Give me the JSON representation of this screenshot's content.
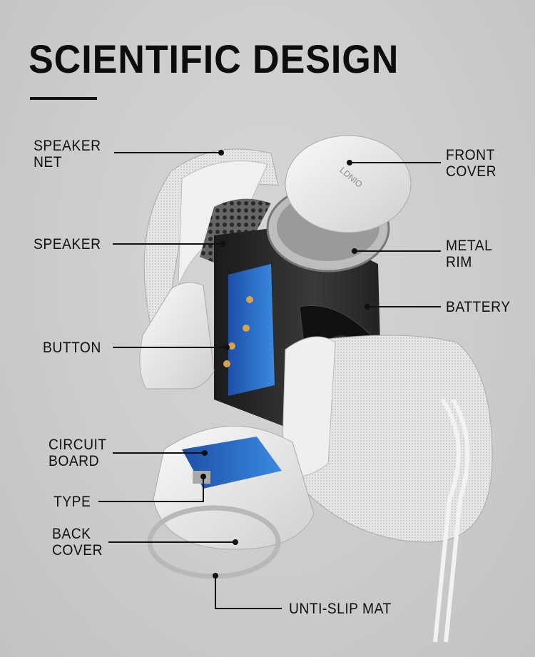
{
  "title": "SCIENTIFIC DESIGN",
  "brand_logo": "LDNIO",
  "labels": {
    "speaker_net": [
      "SPEAKER",
      "NET"
    ],
    "front_cover": [
      "FRONT",
      "COVER"
    ],
    "speaker": "SPEAKER",
    "metal_rim": [
      "METAL",
      "RIM"
    ],
    "battery": "BATTERY",
    "button": "BUTTON",
    "circuit_board": [
      "CIRCUIT",
      "BOARD"
    ],
    "type": "TYPE",
    "back_cover": [
      "BACK",
      "COVER"
    ],
    "anti_slip_mat": "UNTI-SLIP MAT"
  }
}
